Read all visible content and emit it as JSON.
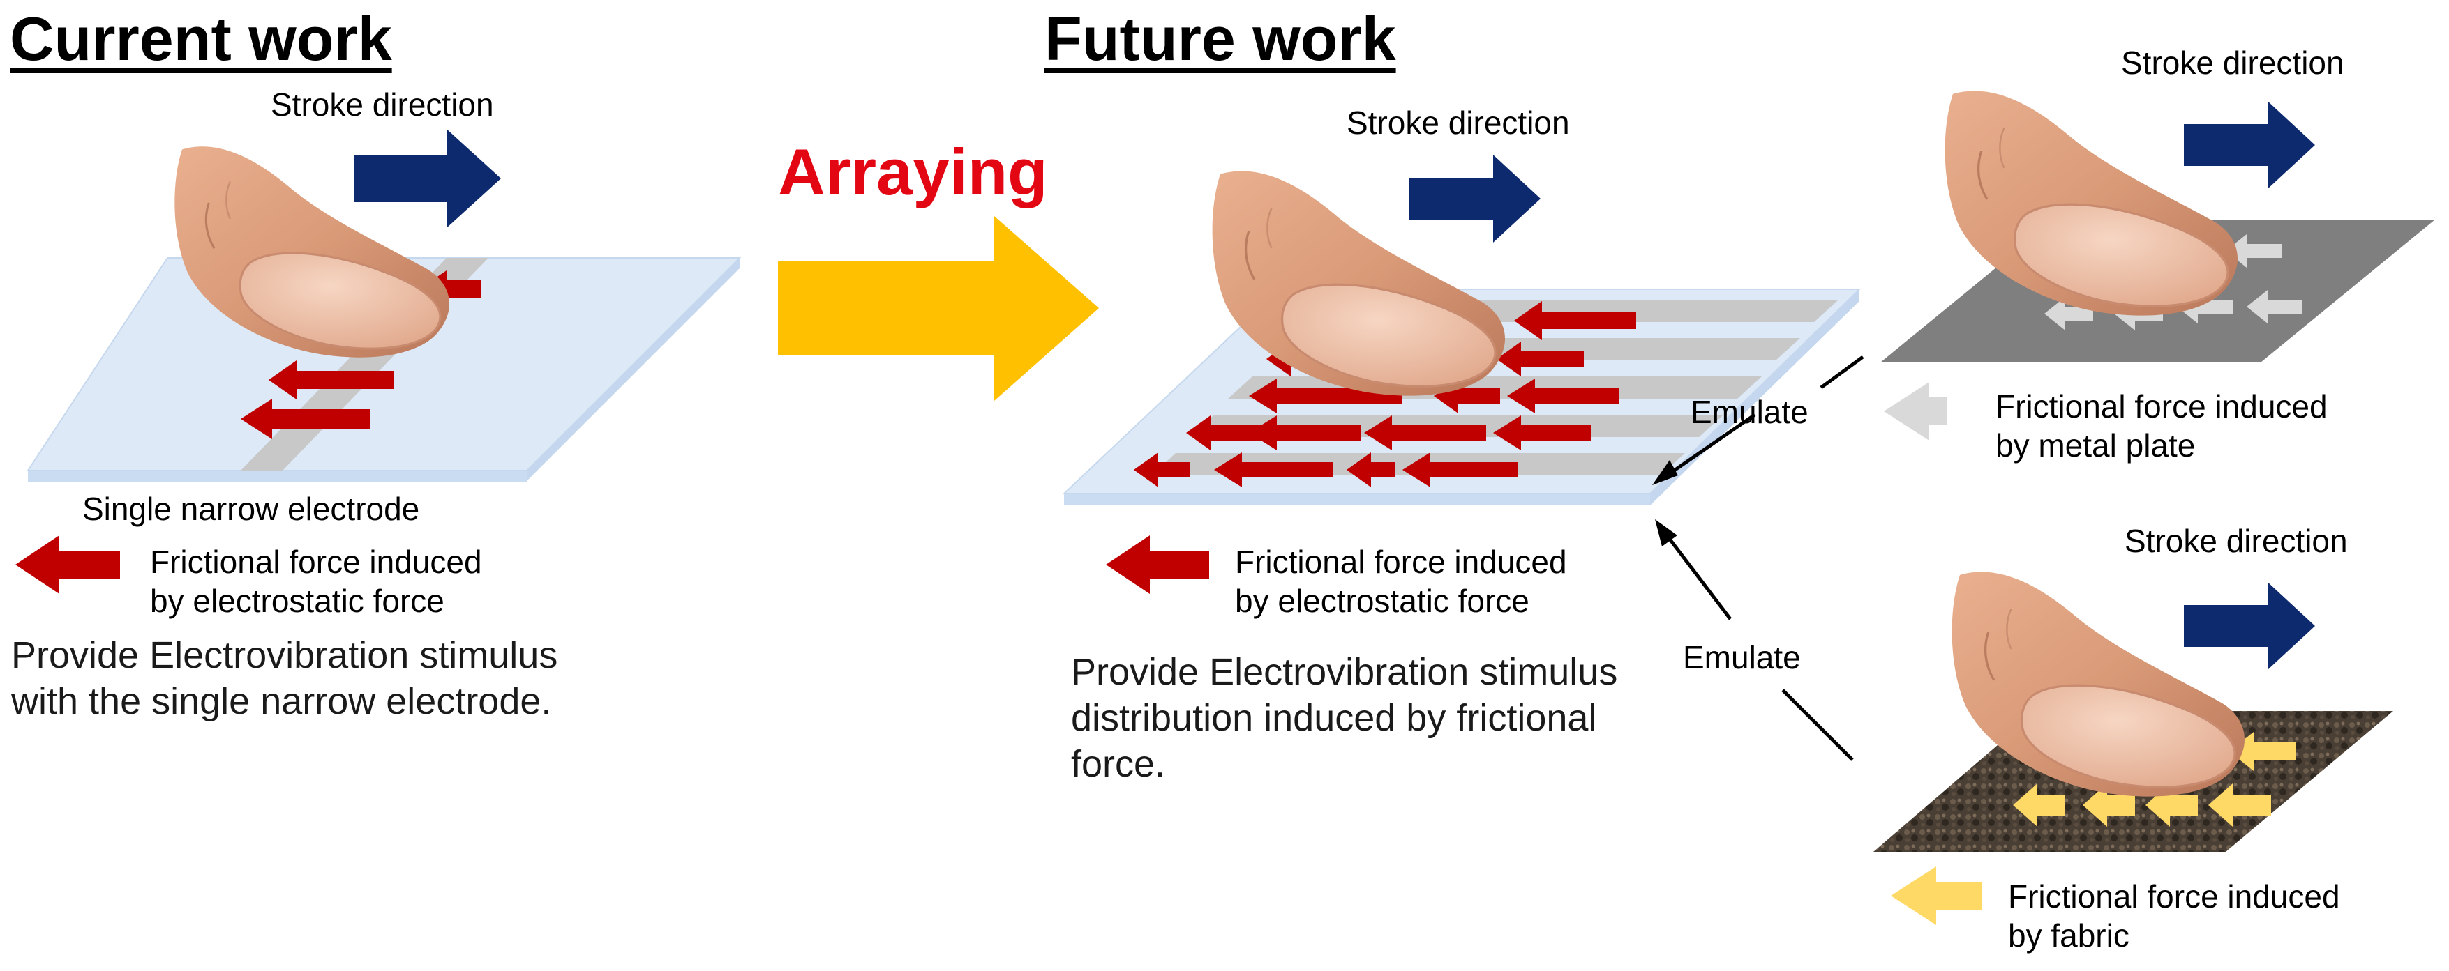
{
  "current": {
    "title": "Current work",
    "stroke_label": "Stroke direction",
    "electrode_label": "Single narrow electrode",
    "legend_line1": "Frictional force induced",
    "legend_line2": "by electrostatic force",
    "desc_line1": "Provide Electrovibration stimulus",
    "desc_line2": "with the single narrow electrode."
  },
  "arraying_label": "Arraying",
  "future": {
    "title": "Future work",
    "stroke_label": "Stroke direction",
    "legend_line1": "Frictional force induced",
    "legend_line2": "by electrostatic force",
    "desc_line1": "Provide Electrovibration stimulus",
    "desc_line2": "distribution induced by frictional",
    "desc_line3": "force."
  },
  "metal": {
    "stroke_label": "Stroke direction",
    "emulate_label": "Emulate",
    "legend_line1": "Frictional force induced",
    "legend_line2": "by metal plate"
  },
  "fabric": {
    "stroke_label": "Stroke direction",
    "emulate_label": "Emulate",
    "legend_line1": "Frictional force induced",
    "legend_line2": "by fabric"
  },
  "icons": {
    "finger": "finger-icon",
    "stroke_arrow": "stroke-direction-arrow-icon",
    "friction_arrow": "friction-arrow-icon"
  },
  "colors": {
    "stroke_arrow": "#0d2a6e",
    "electrostatic_arrow": "#c00000",
    "metal_arrow": "#d9d9d9",
    "fabric_arrow": "#ffd966",
    "arraying_arrow": "#ffc000",
    "arraying_text": "#e30613",
    "plate": "#dde9f7",
    "metal_plate": "#7f7f7f",
    "fabric_plate": "#4a3f34"
  }
}
